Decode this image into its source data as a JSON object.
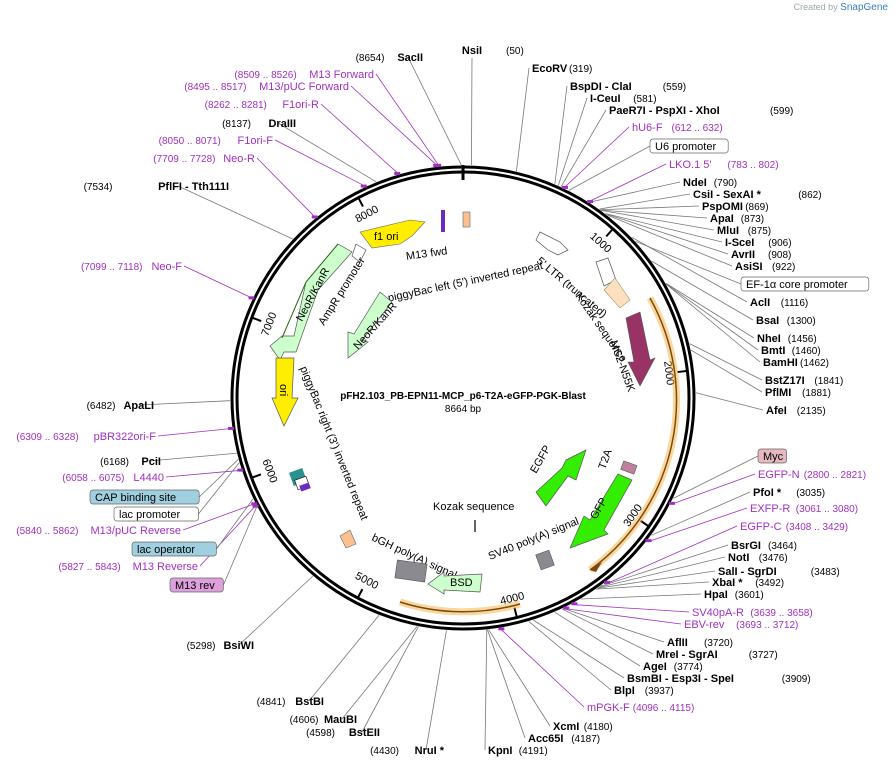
{
  "watermark": {
    "prefix": "Created by",
    "brand": "SnapGene"
  },
  "plasmid": {
    "name": "pFH2.103_PB-EPN11-MCP_p6-T2A-eGFP-PGK-Blast",
    "size": "8664 bp",
    "length": 8664
  },
  "ticks": [
    "1000",
    "2000",
    "3000",
    "4000",
    "5000",
    "6000",
    "7000",
    "8000"
  ],
  "sites": [
    {
      "name": "NsiI",
      "pos": "(50)"
    },
    {
      "name": "EcoRV",
      "pos": "(319)"
    },
    {
      "name": "BspDI  -  ClaI",
      "pos": "(559)"
    },
    {
      "name": "I-CeuI",
      "pos": "(581)"
    },
    {
      "name": "PaeR7I  -  PspXI  -  XhoI",
      "pos": "(599)"
    },
    {
      "name": "NdeI",
      "pos": "(790)"
    },
    {
      "name": "CsiI  -  SexAI *",
      "pos": "(862)"
    },
    {
      "name": "PspOMI",
      "pos": "(869)"
    },
    {
      "name": "ApaI",
      "pos": "(873)"
    },
    {
      "name": "MluI",
      "pos": "(875)"
    },
    {
      "name": "I-SceI",
      "pos": "(906)"
    },
    {
      "name": "AvrII",
      "pos": "(908)"
    },
    {
      "name": "AsiSI",
      "pos": "(922)"
    },
    {
      "name": "AclI",
      "pos": "(1116)"
    },
    {
      "name": "BsaI",
      "pos": "(1300)"
    },
    {
      "name": "NheI",
      "pos": "(1456)"
    },
    {
      "name": "BmtI",
      "pos": "(1460)"
    },
    {
      "name": "BamHI",
      "pos": "(1462)"
    },
    {
      "name": "BstZ17I",
      "pos": "(1841)"
    },
    {
      "name": "PflMI",
      "pos": "(1881)"
    },
    {
      "name": "AfeI",
      "pos": "(2135)"
    },
    {
      "name": "PfoI *",
      "pos": "(3035)"
    },
    {
      "name": "BsrGI",
      "pos": "(3464)"
    },
    {
      "name": "NotI",
      "pos": "(3476)"
    },
    {
      "name": "SalI  -  SgrDI",
      "pos": "(3483)"
    },
    {
      "name": "XbaI *",
      "pos": "(3492)"
    },
    {
      "name": "HpaI",
      "pos": "(3601)"
    },
    {
      "name": "AflII",
      "pos": "(3720)"
    },
    {
      "name": "MreI  -  SgrAI",
      "pos": "(3727)"
    },
    {
      "name": "AgeI",
      "pos": "(3774)"
    },
    {
      "name": "BsmBI  -  Esp3I  -  SpeI",
      "pos": "(3909)"
    },
    {
      "name": "BlpI",
      "pos": "(3937)"
    },
    {
      "name": "XcmI",
      "pos": "(4180)"
    },
    {
      "name": "Acc65I",
      "pos": "(4187)"
    },
    {
      "name": "KpnI",
      "pos": "(4191)"
    },
    {
      "name": "NruI *",
      "pos": "(4430)"
    },
    {
      "name": "BstEII",
      "pos": "(4598)"
    },
    {
      "name": "MauBI",
      "pos": "(4606)"
    },
    {
      "name": "BstBI",
      "pos": "(4841)"
    },
    {
      "name": "BsiWI",
      "pos": "(5298)"
    },
    {
      "name": "PciI",
      "pos": "(6168)"
    },
    {
      "name": "ApaLI",
      "pos": "(6482)"
    },
    {
      "name": "PflFI  -  Tth111I",
      "pos": "(7534)"
    },
    {
      "name": "DraIII",
      "pos": "(8137)"
    },
    {
      "name": "SacII",
      "pos": "(8654)"
    }
  ],
  "primers": [
    {
      "name": "M13 Forward",
      "pos": "(8509 .. 8526)"
    },
    {
      "name": "M13/pUC Forward",
      "pos": "(8495 .. 8517)"
    },
    {
      "name": "F1ori-R",
      "pos": "(8262 .. 8281)"
    },
    {
      "name": "F1ori-F",
      "pos": "(8050 .. 8071)"
    },
    {
      "name": "Neo-R",
      "pos": "(7709 .. 7728)"
    },
    {
      "name": "Neo-F",
      "pos": "(7099 .. 7118)"
    },
    {
      "name": "pBR322ori-F",
      "pos": "(6309 .. 6328)"
    },
    {
      "name": "L4440",
      "pos": "(6058 .. 6075)"
    },
    {
      "name": "M13/pUC Reverse",
      "pos": "(5840 .. 5862)"
    },
    {
      "name": "M13 Reverse",
      "pos": "(5827 .. 5843)"
    },
    {
      "name": "hU6-F",
      "pos": "(612 .. 632)"
    },
    {
      "name": "LKO.1 5'",
      "pos": "(783 .. 802)"
    },
    {
      "name": "EGFP-N",
      "pos": "(2800 .. 2821)"
    },
    {
      "name": "EXFP-R",
      "pos": "(3061 .. 3080)"
    },
    {
      "name": "EGFP-C",
      "pos": "(3408 .. 3429)"
    },
    {
      "name": "SV40pA-R",
      "pos": "(3639 .. 3658)"
    },
    {
      "name": "EBV-rev",
      "pos": "(3693 .. 3712)"
    },
    {
      "name": "mPGK-F",
      "pos": "(4096 .. 4115)"
    }
  ],
  "boxes": {
    "u6": "U6 promoter",
    "ef1a": "EF-1α core promoter",
    "myc": "Myc",
    "cap": "CAP binding site",
    "lacp": "lac promoter",
    "laco": "lac operator",
    "m13rev": "M13 rev"
  },
  "features": {
    "f1ori": "f1 ori",
    "m13fwd": "M13 fwd",
    "pbl": "piggyBac left (5') inverted repeat",
    "ltr": "5' LTR (truncated)",
    "kozak1": "Kozak sequence",
    "ms2": "MS2-N55K",
    "neokanr_outer": "NeoR/KanR",
    "ampr": "AmpR promoter",
    "neokanr_inner": "NeoR/KanR",
    "ori": "ori",
    "pbr": "piggyBac right (3') inverted repeat",
    "egfp": "EGFP",
    "t2a": "T2A",
    "gfp": "GFP",
    "kozak2": "Kozak sequence",
    "sv40": "SV40 poly(A) signal",
    "bgh": "bGH poly(A) signal",
    "bsd": "BSD"
  },
  "colors": {
    "f1ori": "#ffee00",
    "neokanr": "#ccffcc",
    "gfp": "#33ee00",
    "ms2": "#993366",
    "orange": "#f5a623",
    "pill_purple": "#dda0dd",
    "pill_blue": "#a0d0e0",
    "pill_pink": "#e5b8c0"
  }
}
